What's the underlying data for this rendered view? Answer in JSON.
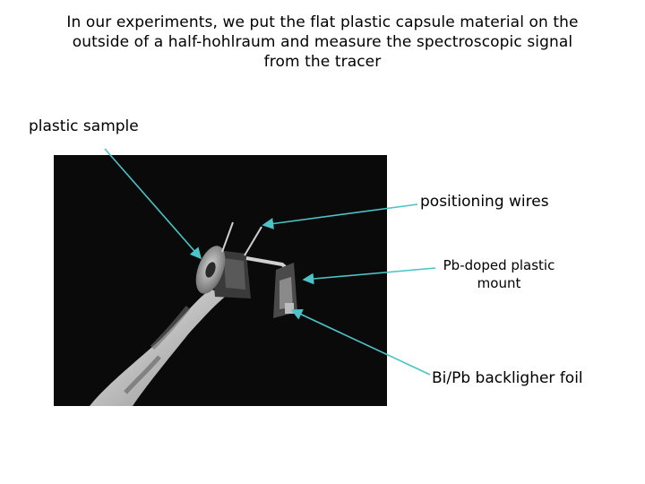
{
  "slide": {
    "title": "In our experiments, we put the flat plastic capsule material on the\noutside of a half-hohlraum and measure the spectroscopic signal\nfrom the tracer"
  },
  "labels": {
    "plastic_sample": "plastic sample",
    "positioning_wires": "positioning wires",
    "mount": "Pb-doped plastic\nmount",
    "backlighter_foil": "Bi/Pb backligher foil"
  },
  "colors": {
    "arrow": "#4cc3c7",
    "photo_background": "#0a0a0a"
  }
}
